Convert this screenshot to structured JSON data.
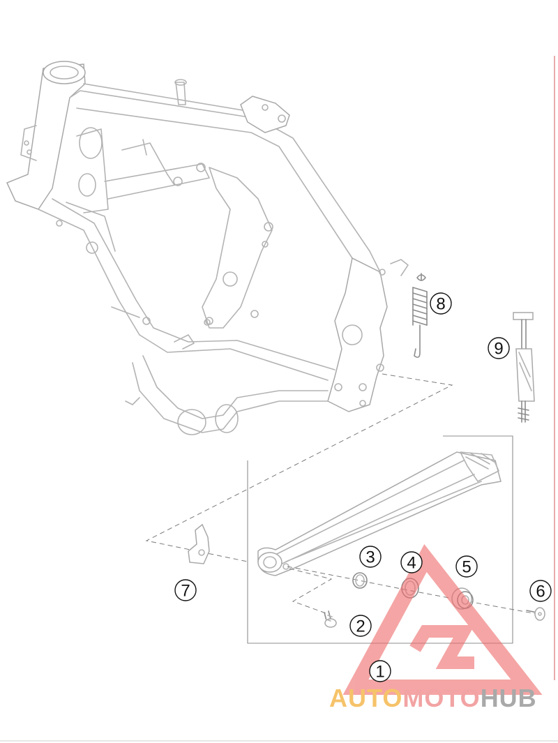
{
  "callouts": [
    {
      "id": "1",
      "label": "1"
    },
    {
      "id": "2",
      "label": "2"
    },
    {
      "id": "3",
      "label": "3"
    },
    {
      "id": "4",
      "label": "4"
    },
    {
      "id": "5",
      "label": "5"
    },
    {
      "id": "6",
      "label": "6"
    },
    {
      "id": "7",
      "label": "7"
    },
    {
      "id": "8",
      "label": "8"
    },
    {
      "id": "9",
      "label": "9"
    }
  ],
  "watermark": {
    "part1": "AUTO",
    "part2": "MOTO",
    "part3": "HUB",
    "colors": {
      "part1": "#f6c36a",
      "part2": "#f2a3a3",
      "part3": "#a9a9a9",
      "logo": "#ef6b6b"
    }
  }
}
